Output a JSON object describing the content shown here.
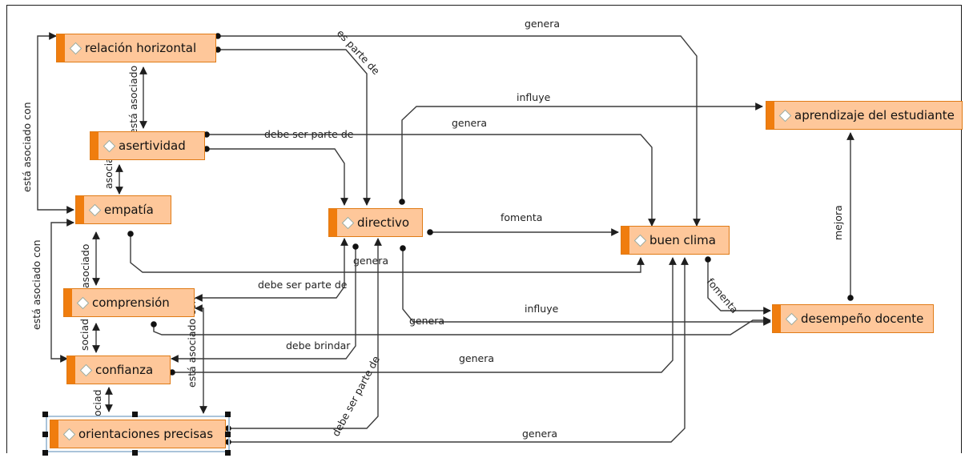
{
  "nodes": [
    {
      "id": "relacion",
      "label": "relación horizontal"
    },
    {
      "id": "asertividad",
      "label": "asertividad"
    },
    {
      "id": "empatia",
      "label": "empatía"
    },
    {
      "id": "comprension",
      "label": "comprensión"
    },
    {
      "id": "confianza",
      "label": "confianza"
    },
    {
      "id": "orientaciones",
      "label": "orientaciones precisas",
      "selected": true
    },
    {
      "id": "directivo",
      "label": "directivo"
    },
    {
      "id": "buen_clima",
      "label": "buen clima"
    },
    {
      "id": "aprendizaje",
      "label": "aprendizaje del estudiante"
    },
    {
      "id": "desempeno",
      "label": "desempeño docente"
    }
  ],
  "edge_labels": {
    "genera_top": "genera",
    "es_parte_de": "es parte de",
    "influye_top": "influye",
    "genera_mid": "genera",
    "debe_ser_parte_de_asert": "debe ser parte de",
    "fomenta_dir": "fomenta",
    "mejora": "mejora",
    "genera_emp": "genera",
    "debe_ser_parte_de_comp": "debe ser parte de",
    "influye_low": "influye",
    "genera_dir": "genera",
    "fomenta_bc": "fomenta",
    "debe_brindar": "debe brindar",
    "genera_conf": "genera",
    "debe_ser_parte_de_orient": "debe ser parte de",
    "genera_orient": "genera",
    "esta_asociado_con_left": "está asociado con",
    "esta_asociado_con_left2": "está asociado con",
    "esta_asociado_con_ra": "está asociado con",
    "asociado_ae": "asociado",
    "asociado_ec": "asociado",
    "asociado_cc": "sociad",
    "asociado_co": "ociad",
    "esta_asociado_con_comp": "está asociado con"
  }
}
